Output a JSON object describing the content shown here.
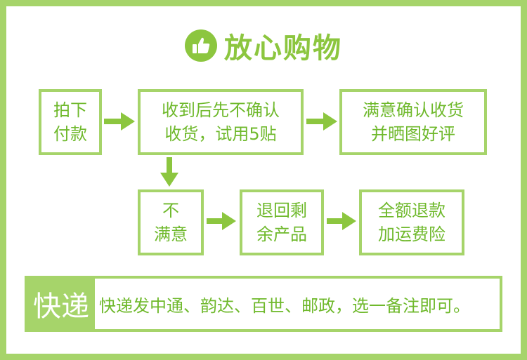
{
  "title": {
    "text": "放心购物",
    "icon": "thumbs-up-icon"
  },
  "steps": {
    "pay": "拍下\n付款",
    "confirm_trial": "收到后先不确认\n收货，试用5贴",
    "satisfied": "满意确认收货\n并晒图好评",
    "unsatisfied": "不\n满意",
    "return": "退回剩\n余产品",
    "refund": "全额退款\n加运费险"
  },
  "express": {
    "tag": "快递",
    "text": "快递发中通、韵达、百世、邮政，选一备注即可。"
  },
  "colors": {
    "accent": "#8cc63f",
    "border": "#a6d46a",
    "text": "#6fb92c"
  }
}
